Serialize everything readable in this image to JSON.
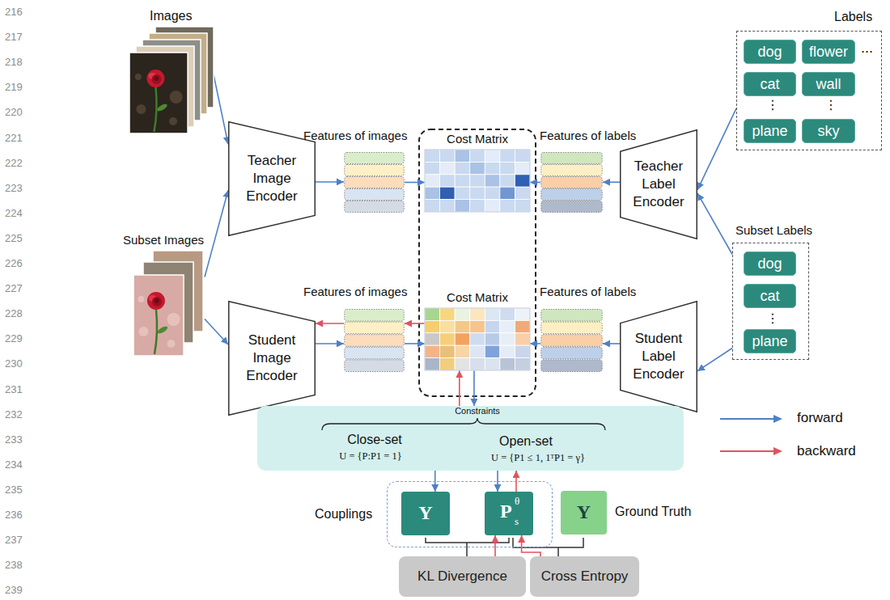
{
  "diagram": {
    "nodes": [
      {
        "text": [
          "Images"
        ]
      },
      {
        "text": [
          "Labels",
          "⋮",
          "⋮",
          "..."
        ]
      },
      {
        "text": [
          "dog"
        ],
        "in": 1
      },
      {
        "text": [
          "flower"
        ],
        "in": 1
      },
      {
        "text": [
          "cat"
        ],
        "in": 1
      },
      {
        "text": [
          "wall"
        ],
        "in": 1
      },
      {
        "text": [
          "plane"
        ],
        "in": 1
      },
      {
        "text": [
          "sky"
        ],
        "in": 1
      },
      {
        "text": [
          "Teacher Image Encoder"
        ]
      },
      {
        "text": [
          "Features of images"
        ]
      },
      {
        "text": [
          "Cost Matrix"
        ]
      },
      {
        "text": [
          "Features of labels"
        ]
      },
      {
        "text": [
          "Teacher Label Encoder"
        ]
      },
      {
        "text": [
          "Subset Labels",
          "⋮"
        ]
      },
      {
        "text": [
          "dog"
        ],
        "in": 13
      },
      {
        "text": [
          "cat"
        ],
        "in": 13
      },
      {
        "text": [
          "plane"
        ],
        "in": 13
      },
      {
        "text": [
          "Subset Images"
        ]
      },
      {
        "text": [
          "Student Image Encoder"
        ]
      },
      {
        "text": [
          "Features of images"
        ]
      },
      {
        "text": [
          "Cost Matrix"
        ]
      },
      {
        "text": [
          "Features of labels"
        ]
      },
      {
        "text": [
          "Student Label Encoder"
        ]
      },
      {
        "text": [
          "Constraints",
          "Close-set",
          "U = {P:P1 = 1}",
          "Open-set",
          "U = {P1 ≤ 1, 1ᵀP1 = γ}"
        ]
      },
      {
        "text": [
          "Couplings"
        ]
      },
      {
        "text": [
          "Y"
        ],
        "in": 24
      },
      {
        "text": [
          "P",
          "s",
          "θ"
        ],
        "in": 24
      },
      {
        "text": [
          "Y",
          "Ground Truth"
        ]
      },
      {
        "text": [
          "KL Divergence"
        ]
      },
      {
        "text": [
          "Cross Entropy"
        ]
      }
    ],
    "edges": [
      {
        "from": 0,
        "to": 8,
        "arrow": "to"
      },
      {
        "from": 1,
        "to": 12,
        "arrow": "to"
      },
      {
        "from": 8,
        "to": 9,
        "arrow": "to"
      },
      {
        "from": 9,
        "to": 10,
        "arrow": "to"
      },
      {
        "from": 12,
        "to": 11,
        "arrow": "to"
      },
      {
        "from": 11,
        "to": 10,
        "arrow": "to"
      },
      {
        "from": 17,
        "to": 8,
        "arrow": "to"
      },
      {
        "from": 17,
        "to": 18,
        "arrow": "to"
      },
      {
        "from": 13,
        "to": 12,
        "arrow": "to"
      },
      {
        "from": 13,
        "to": 22,
        "arrow": "to"
      },
      {
        "from": 18,
        "to": 19,
        "arrow": "to"
      },
      {
        "from": 19,
        "to": 18,
        "arrow": "to"
      },
      {
        "from": 19,
        "to": 20,
        "arrow": "to"
      },
      {
        "from": 20,
        "to": 19,
        "arrow": "to"
      },
      {
        "from": 22,
        "to": 21,
        "arrow": "to"
      },
      {
        "from": 21,
        "to": 20,
        "arrow": "to"
      },
      {
        "from": 20,
        "to": 23,
        "arrow": "to"
      },
      {
        "from": 23,
        "to": 20,
        "arrow": "to"
      },
      {
        "from": 23,
        "to": 25,
        "arrow": "to"
      },
      {
        "from": 23,
        "to": 26,
        "arrow": "to"
      },
      {
        "from": 26,
        "to": 23,
        "arrow": "to"
      },
      {
        "from": 28,
        "to": 26,
        "arrow": "to"
      },
      {
        "from": 29,
        "to": 26,
        "arrow": "to"
      }
    ],
    "labels": [
      "216",
      "217",
      "218",
      "219",
      "220",
      "221",
      "222",
      "223",
      "224",
      "225",
      "226",
      "227",
      "228",
      "229",
      "230",
      "231",
      "232",
      "233",
      "234",
      "235",
      "236",
      "237",
      "238",
      "239"
    ],
    "legend": [
      {
        "text": "forward"
      },
      {
        "text": "backward"
      }
    ]
  }
}
